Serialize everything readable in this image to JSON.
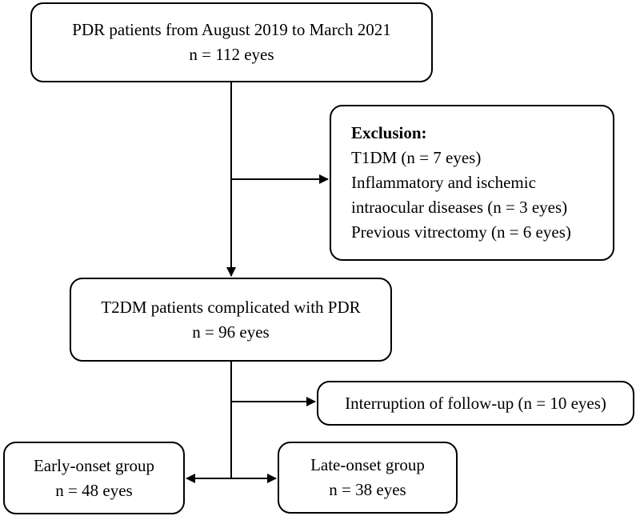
{
  "boxes": {
    "top": {
      "line1": "PDR patients from August 2019 to March 2021",
      "line2": "n = 112 eyes"
    },
    "exclusion": {
      "heading": "Exclusion:",
      "items": [
        "T1DM (n = 7 eyes)",
        "Inflammatory and ischemic",
        "intraocular diseases (n = 3 eyes)",
        "Previous vitrectomy (n = 6 eyes)"
      ]
    },
    "middle": {
      "line1": "T2DM patients complicated with PDR",
      "line2": "n = 96 eyes"
    },
    "interruption": {
      "line1": "Interruption of follow-up (n = 10 eyes)"
    },
    "early": {
      "line1": "Early-onset group",
      "line2": "n = 48 eyes"
    },
    "late": {
      "line1": "Late-onset group",
      "line2": "n = 38 eyes"
    }
  }
}
